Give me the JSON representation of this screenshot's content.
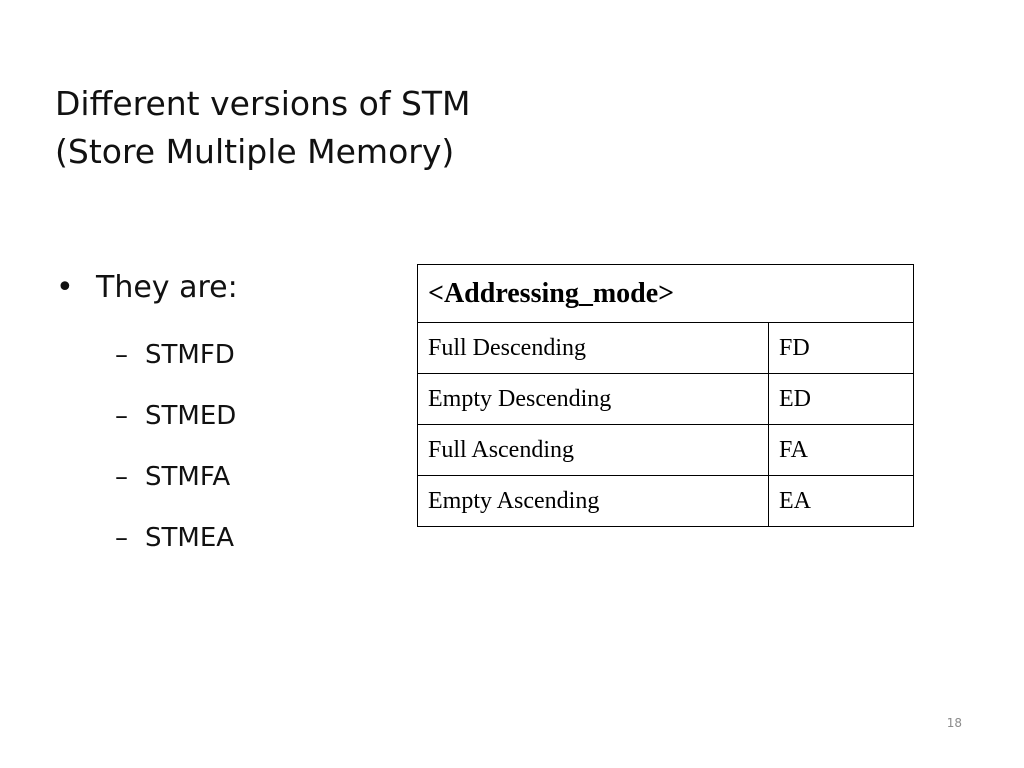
{
  "title": {
    "line1": "Different versions of STM",
    "line2": "(Store Multiple Memory)"
  },
  "bullets": {
    "main": "They are:",
    "bullet_glyph": "•",
    "dash_glyph": "–",
    "items": [
      "STMFD",
      "STMED",
      "STMFA",
      "STMEA"
    ]
  },
  "table": {
    "header": "<Addressing_mode>",
    "rows": [
      {
        "name": "Full Descending",
        "code": "FD"
      },
      {
        "name": "Empty Descending",
        "code": "ED"
      },
      {
        "name": "Full Ascending",
        "code": "FA"
      },
      {
        "name": "Empty Ascending",
        "code": "EA"
      }
    ]
  },
  "slide_number": "18"
}
